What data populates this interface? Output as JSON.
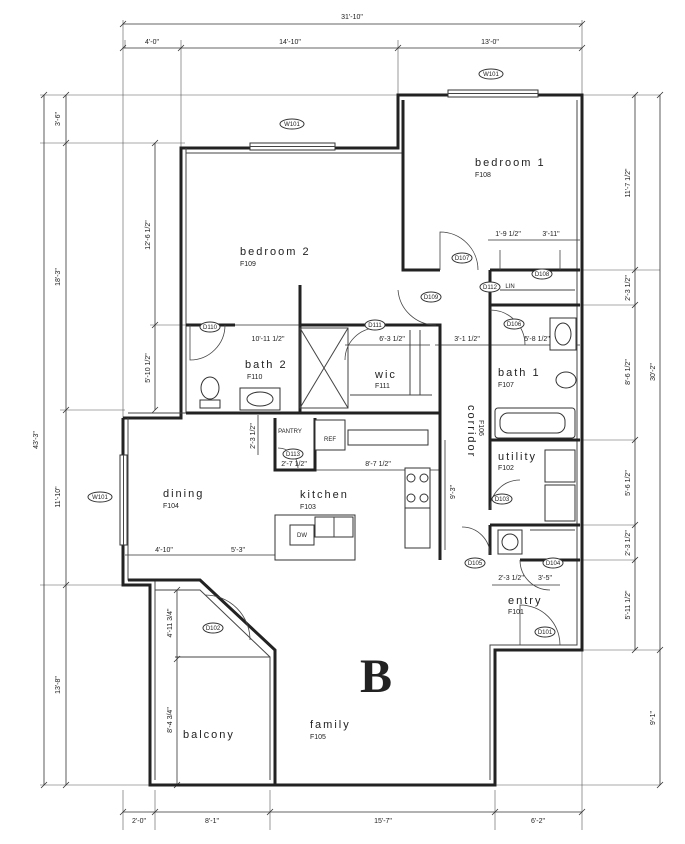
{
  "plan_label": "B",
  "rooms": {
    "bedroom1": {
      "name": "bedroom 1",
      "code": "F108"
    },
    "bedroom2": {
      "name": "bedroom 2",
      "code": "F109"
    },
    "bath2": {
      "name": "bath 2",
      "code": "F110"
    },
    "wic": {
      "name": "wic",
      "code": "F111"
    },
    "bath1": {
      "name": "bath 1",
      "code": "F107"
    },
    "corridor": {
      "name": "corridor",
      "code": "F106"
    },
    "utility": {
      "name": "utility",
      "code": "F102"
    },
    "dining": {
      "name": "dining",
      "code": "F104"
    },
    "kitchen": {
      "name": "kitchen",
      "code": "F103"
    },
    "entry": {
      "name": "entry",
      "code": "F101"
    },
    "balcony": {
      "name": "balcony",
      "code": ""
    },
    "family": {
      "name": "family",
      "code": "F105"
    }
  },
  "fixtures": {
    "pantry": "PANTRY",
    "ref": "REF",
    "dw": "DW",
    "lin": "LIN"
  },
  "doors": [
    "D101",
    "D102",
    "D103",
    "D104",
    "D105",
    "D106",
    "D107",
    "D108",
    "D109",
    "D110",
    "D111",
    "D112",
    "D113"
  ],
  "windows": [
    "W101",
    "W101",
    "W101"
  ],
  "dimensions": {
    "overall_width": "31'-10\"",
    "top_1": "4'-0\"",
    "top_2": "14'-10\"",
    "top_3": "13'-0\"",
    "bottom_1": "2'-0\"",
    "bottom_2": "8'-1\"",
    "bottom_3": "15'-7\"",
    "bottom_4": "6'-2\"",
    "left_overall": "43'-3\"",
    "left_a": "3'-6\"",
    "left_b": "18'-3\"",
    "left_c": "11'-10\"",
    "left_d": "13'-8\"",
    "left_e": "12'-6 1/2\"",
    "left_f": "5'-10 1/2\"",
    "left_g": "4'-11 3/4\"",
    "left_h": "8'-4 3/4\"",
    "right_overall": "30'-2\"",
    "right_a": "11'-7 1/2\"",
    "right_b": "2'-3 1/2\"",
    "right_c": "8'-6 1/2\"",
    "right_d": "5'-6 1/2\"",
    "right_e": "2'-3 1/2\"",
    "right_f": "5'-11 1/2\"",
    "right_g": "9'-1\"",
    "int_1": "10'-11 1/2\"",
    "int_2": "6'-3 1/2\"",
    "int_3": "3'-1 1/2\"",
    "int_4": "1'-9 1/2\"",
    "int_5": "3'-11\"",
    "int_6": "5'-8 1/2\"",
    "int_7": "2'-3 1/2\"",
    "int_8": "2'-7 1/2\"",
    "int_9": "8'-7 1/2\"",
    "int_10": "9'-3\"",
    "int_11": "4'-10\"",
    "int_12": "5'-3\"",
    "int_13": "2'-3 1/2\"",
    "int_14": "3'-5\""
  }
}
